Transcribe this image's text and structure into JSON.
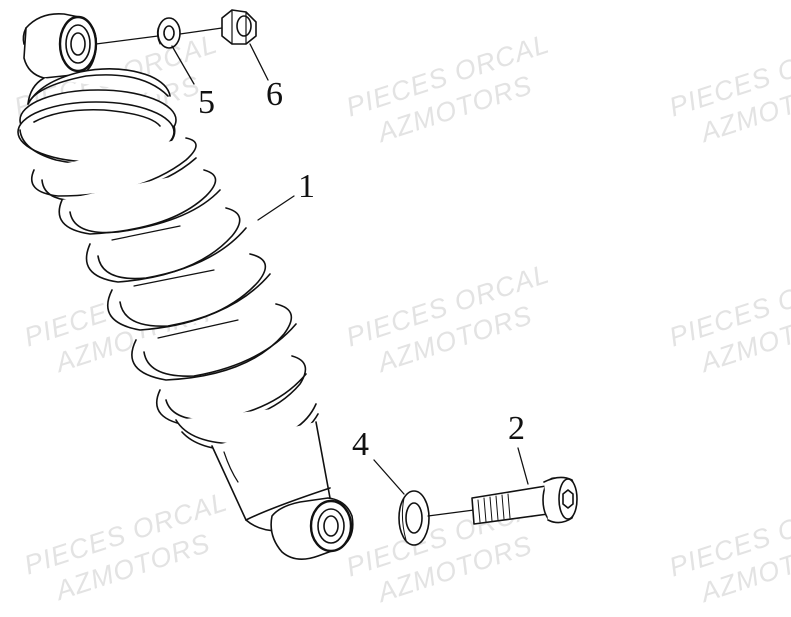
{
  "watermark": {
    "line1": "PIECES ORCAL",
    "line2": "AZMOTORS"
  },
  "callouts": {
    "part1": "1",
    "part2": "2",
    "part4": "4",
    "part5": "5",
    "part6": "6"
  },
  "colors": {
    "line": "#111111",
    "watermark": "#e3e3e3",
    "background": "#ffffff"
  }
}
